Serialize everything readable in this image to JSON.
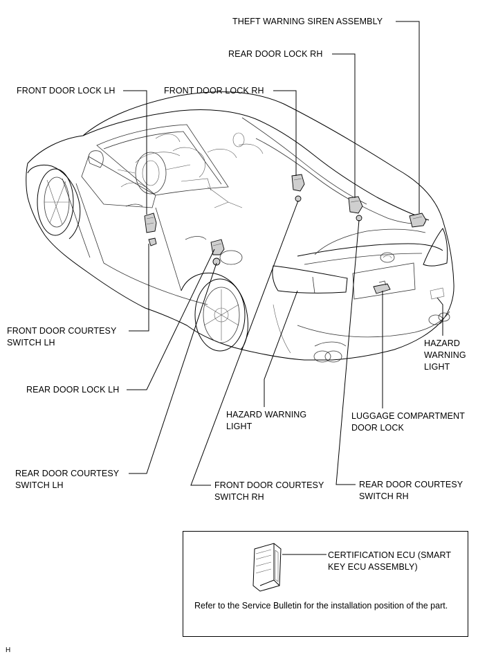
{
  "labels": {
    "theft_warning_siren": "THEFT WARNING SIREN ASSEMBLY",
    "rear_door_lock_rh": "REAR DOOR LOCK RH",
    "front_door_lock_lh": "FRONT DOOR LOCK LH",
    "front_door_lock_rh": "FRONT DOOR LOCK RH",
    "front_door_courtesy_lh_1": "FRONT DOOR COURTESY",
    "front_door_courtesy_lh_2": "SWITCH LH",
    "hazard_warning_light_right_1": "HAZARD",
    "hazard_warning_light_right_2": "WARNING",
    "hazard_warning_light_right_3": "LIGHT",
    "rear_door_lock_lh": "REAR DOOR LOCK LH",
    "hazard_warning_light_center_1": "HAZARD WARNING",
    "hazard_warning_light_center_2": "LIGHT",
    "luggage_door_lock_1": "LUGGAGE COMPARTMENT",
    "luggage_door_lock_2": "DOOR LOCK",
    "rear_door_courtesy_lh_1": "REAR DOOR COURTESY",
    "rear_door_courtesy_lh_2": "SWITCH LH",
    "front_door_courtesy_rh_1": "FRONT DOOR COURTESY",
    "front_door_courtesy_rh_2": "SWITCH RH",
    "rear_door_courtesy_rh_1": "REAR DOOR COURTESY",
    "rear_door_courtesy_rh_2": "SWITCH RH"
  },
  "note": {
    "ecu_label_1": "CERTIFICATION ECU (SMART",
    "ecu_label_2": "KEY ECU ASSEMBLY)",
    "text": "Refer to the Service Bulletin for the installation position of the part."
  },
  "figure_code": "H"
}
